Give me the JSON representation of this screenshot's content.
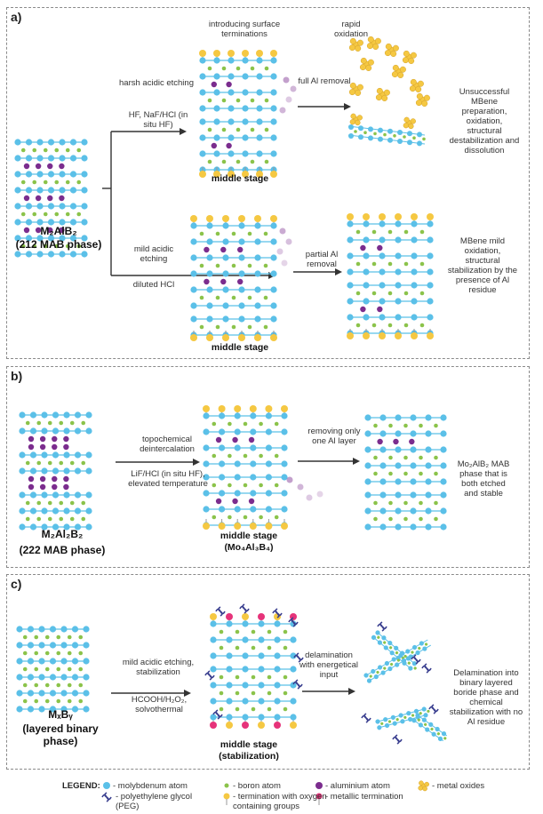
{
  "panels": {
    "a": {
      "label": "a)",
      "compound_name": "M₂AlB₂",
      "compound_phase": "(212 MAB phase)",
      "top_intro": "introducing surface terminations",
      "top_route_label": "harsh acidic etching",
      "top_route_reagents": "HF, NaF/HCl (in situ HF)",
      "top_stage": "middle stage",
      "top_arrow_label": "full Al removal",
      "rapid_oxidation": "rapid oxidation",
      "top_outcome": "Unsuccessful MBene preparation, oxidation, structural destabilization and dissolution",
      "bottom_route_label": "mild acidic etching",
      "bottom_route_reagents": "diluted HCl",
      "bottom_stage": "middle stage",
      "bottom_arrow_label": "partial Al removal",
      "bottom_outcome": "MBene mild oxidation, structural stabilization by the presence of Al residue"
    },
    "b": {
      "label": "b)",
      "compound_name": "M₂Al₂B₂",
      "compound_phase": "(222 MAB phase)",
      "route_label": "topochemical deintercalation",
      "route_reagents": "LiF/HCl (in situ HF), elevated temperature",
      "stage": "middle stage",
      "stage_formula": "(Mo₄Al₃B₄)",
      "arrow_label": "removing only one Al layer",
      "outcome": "Mo₂AlB₂ MAB phase that is both etched and stable"
    },
    "c": {
      "label": "c)",
      "compound_name": "MₓBᵧ",
      "compound_phase": "(layered binary phase)",
      "route_label": "mild acidic etching, stabilization",
      "route_reagents": "HCOOH/H₂O₂, solvothermal",
      "stage": "middle stage",
      "stage_sub": "(stabilization)",
      "arrow_label": "delamination with energetical input",
      "outcome": "Delamination into binary layered boride phase and chemical stabilization with no Al residue"
    }
  },
  "legend": {
    "title": "LEGEND:",
    "items": [
      {
        "text": "- molybdenum atom",
        "icon": "blue-circle",
        "color": "#5bc0e8"
      },
      {
        "text": "- boron atom",
        "icon": "green-dot",
        "color": "#8bc34a"
      },
      {
        "text": "- aluminium atom",
        "icon": "purple-circle",
        "color": "#7b2d8e"
      },
      {
        "text": "- metal oxides",
        "icon": "yellow-cluster",
        "color": "#f5c842"
      },
      {
        "text": "- polyethylene glycol (PEG)",
        "icon": "peg-squiggle",
        "color": "#3a3f8f"
      },
      {
        "text": "- termination with oxygen containing groups",
        "icon": "yellow-stick",
        "color": "#f5c842"
      },
      {
        "text": "- metallic termination",
        "icon": "pink-stick",
        "color": "#e6337a"
      }
    ]
  },
  "colors": {
    "mo": "#5bc0e8",
    "b": "#8bc34a",
    "al": "#7b2d8e",
    "oxide": "#f5c842",
    "metal": "#e6337a",
    "peg": "#3a3f8f",
    "arrow": "#333333"
  }
}
